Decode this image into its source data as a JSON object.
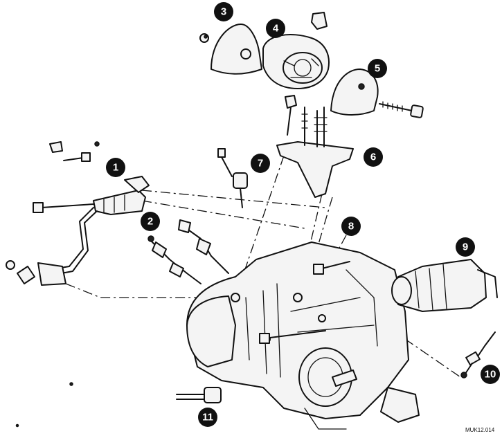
{
  "callouts": [
    "1",
    "2",
    "3",
    "4",
    "5",
    "6",
    "7",
    "8",
    "9",
    "10",
    "11"
  ],
  "figure_code": "MUK12.014",
  "colors": {
    "ink": "#111111",
    "paper": "#ffffff"
  }
}
